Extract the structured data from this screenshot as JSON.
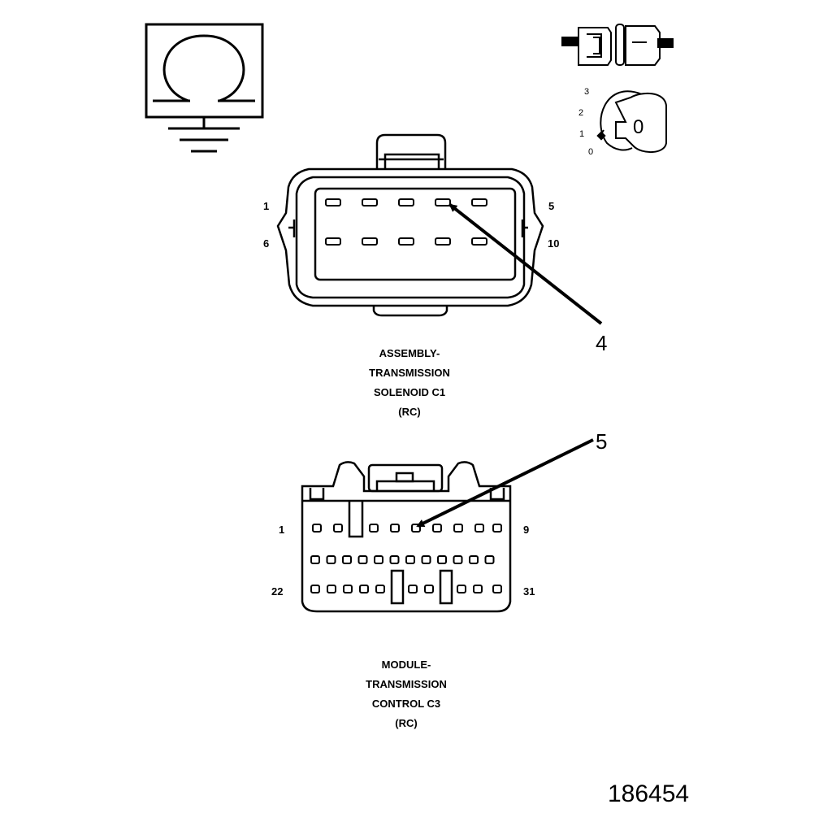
{
  "symbols": {
    "ohmmeter": "ohm-meter-symbol",
    "ground": "ground-symbol",
    "connector_disconnect": "disconnected-connector-icon",
    "ignition": {
      "positions": [
        "3",
        "2",
        "1",
        "0"
      ],
      "key_label": "0"
    }
  },
  "connector_c1": {
    "caption": [
      "ASSEMBLY-",
      "TRANSMISSION",
      "SOLENOID C1",
      "(RC)"
    ],
    "pin_labels": {
      "top_left": "1",
      "top_right": "5",
      "bottom_left": "6",
      "bottom_right": "10"
    },
    "callout": "4"
  },
  "connector_c3": {
    "caption": [
      "MODULE-",
      "TRANSMISSION",
      "CONTROL C3",
      "(RC)"
    ],
    "pin_labels": {
      "top_left": "1",
      "top_right": "9",
      "bottom_left": "22",
      "bottom_right": "31"
    },
    "callout": "5"
  },
  "figure_number": "186454"
}
